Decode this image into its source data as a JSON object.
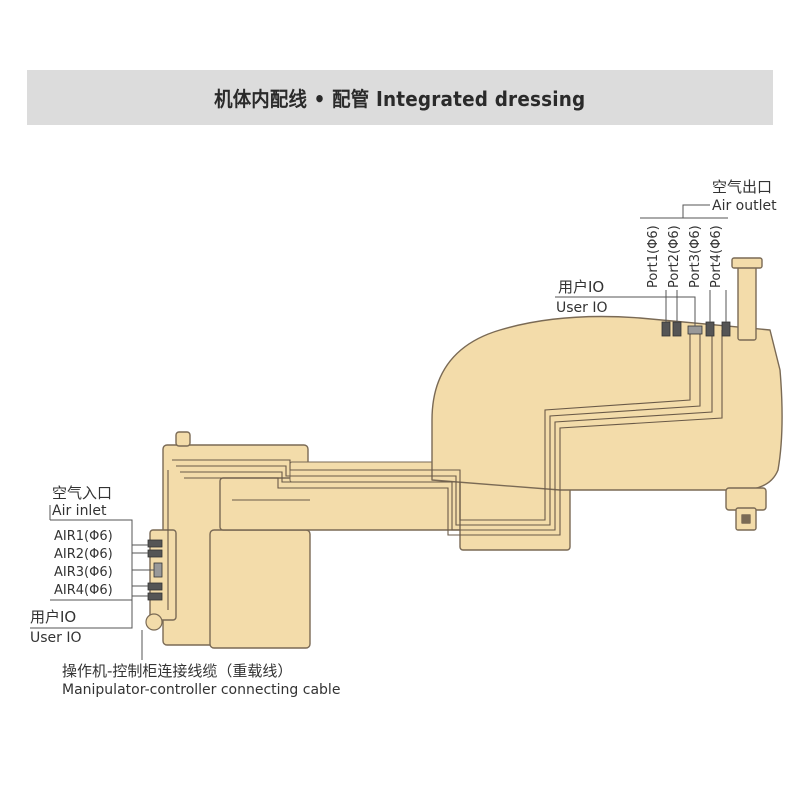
{
  "header": {
    "title": "机体内配线 • 配管 Integrated dressing"
  },
  "colors": {
    "body": "#f3dcaa",
    "outline": "#7a6a55",
    "banner": "#dcdcdc"
  },
  "air_outlet": {
    "cn": "空气出口",
    "en": "Air outlet",
    "ports": [
      "Port1(Φ6)",
      "Port2(Φ6)",
      "Port3(Φ6)",
      "Port4(Φ6)"
    ]
  },
  "user_io_top": {
    "cn": "用户IO",
    "en": "User IO"
  },
  "air_inlet": {
    "cn": "空气入口",
    "en": "Air inlet",
    "ports": [
      "AIR1(Φ6)",
      "AIR2(Φ6)",
      "AIR3(Φ6)",
      "AIR4(Φ6)"
    ]
  },
  "user_io_bottom": {
    "cn": "用户IO",
    "en": "User IO"
  },
  "cable": {
    "cn": "操作机-控制柜连接线缆（重载线）",
    "en": "Manipulator-controller connecting cable"
  }
}
